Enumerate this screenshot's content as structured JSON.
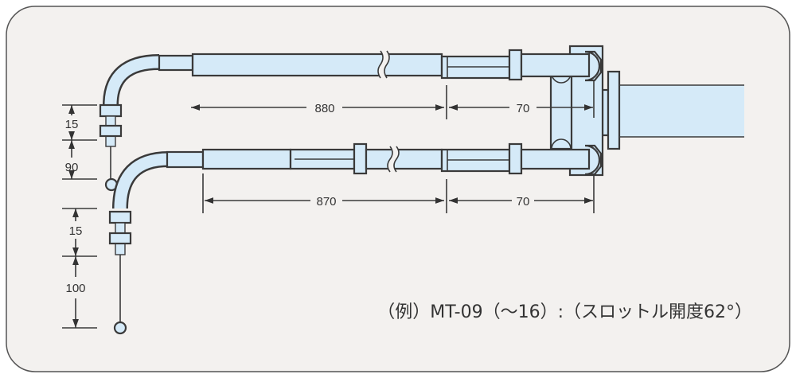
{
  "diagram": {
    "dimensions": {
      "upper_length": "880",
      "upper_end": "70",
      "lower_length": "870",
      "lower_end": "70",
      "upper_thread": "15",
      "upper_rod": "90",
      "lower_thread": "15",
      "lower_rod": "100"
    },
    "caption": "（例）MT-09（～16）:（スロットル開度62°）",
    "colors": {
      "cable_fill": "#d5eaf8",
      "line": "#3a3a3a",
      "panel": "#f3f1ef"
    }
  }
}
